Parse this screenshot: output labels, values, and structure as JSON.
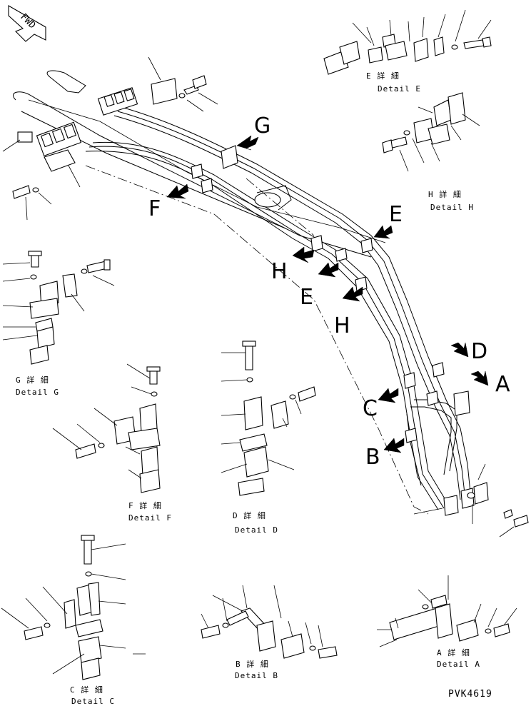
{
  "fwd_label": "FWD",
  "view_letters": {
    "G": "G",
    "F": "F",
    "E": "E",
    "H": "H",
    "D": "D",
    "A": "A",
    "C": "C",
    "B": "B",
    "E2": "E",
    "H2": "H"
  },
  "details": {
    "E": {
      "jp": "E 詳 細",
      "en": "Detail E"
    },
    "H": {
      "jp": "H 詳 細",
      "en": "Detail H"
    },
    "G": {
      "jp": "G 詳 細",
      "en": "Detail G"
    },
    "F": {
      "jp": "F 詳 細",
      "en": "Detail F"
    },
    "D": {
      "jp": "D 詳 細",
      "en": "Detail D"
    },
    "C": {
      "jp": "C 詳 細",
      "en": "Detail C"
    },
    "B": {
      "jp": "B 詳 細",
      "en": "Detail B"
    },
    "A": {
      "jp": "A 詳 細",
      "en": "Detail A"
    }
  },
  "drawing_number": "PVK4619"
}
